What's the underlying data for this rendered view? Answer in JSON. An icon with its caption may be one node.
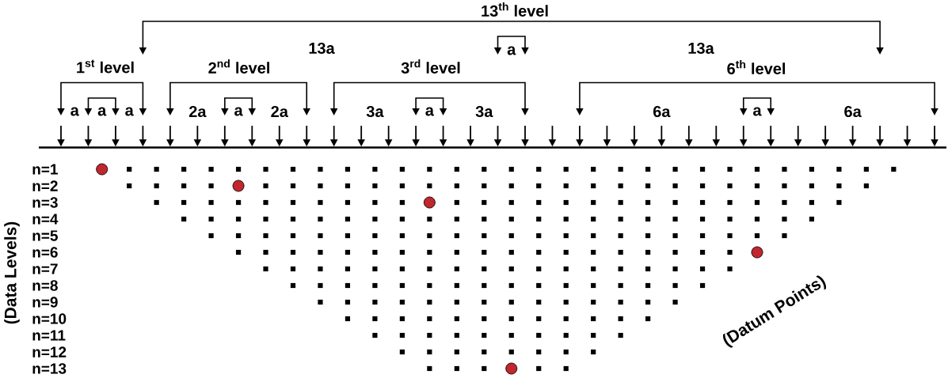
{
  "diagram": {
    "labels": [
      "13$^{th}$ level",
      "13a",
      "a",
      "13a",
      "1$^{st}$ level",
      "2$^{nd}$ level",
      "3$^{rd}$ level",
      "6$^{th}$ level",
      "a",
      "a",
      "a",
      "2a",
      "a",
      "2a",
      "3a",
      "a",
      "3a",
      "6a",
      "a",
      "6a",
      "n=1",
      "n=2",
      "n=3",
      "n=4",
      "n=5",
      "n=6",
      "n=7",
      "n=8",
      "n=9",
      "n=10",
      "n=11",
      "n=12",
      "n=13",
      "(Data Levels)",
      "(Datum Points)"
    ]
  }
}
